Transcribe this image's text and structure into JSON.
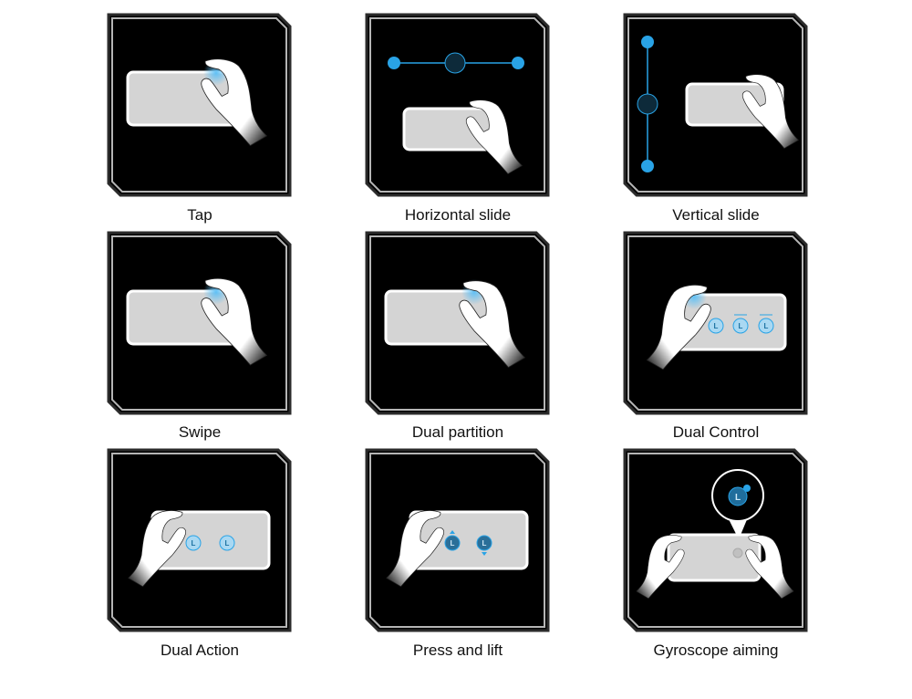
{
  "tiles": [
    {
      "label": "Tap"
    },
    {
      "label": "Horizontal slide"
    },
    {
      "label": "Vertical slide"
    },
    {
      "label": "Swipe"
    },
    {
      "label": "Dual partition"
    },
    {
      "label": "Dual Control"
    },
    {
      "label": "Dual Action"
    },
    {
      "label": "Press and lift"
    },
    {
      "label": "Gyroscope aiming"
    }
  ],
  "icon_glyph": "L",
  "colors": {
    "accent": "#29a3e6",
    "tile_bg": "#000000",
    "phone": "#d4d4d4"
  }
}
